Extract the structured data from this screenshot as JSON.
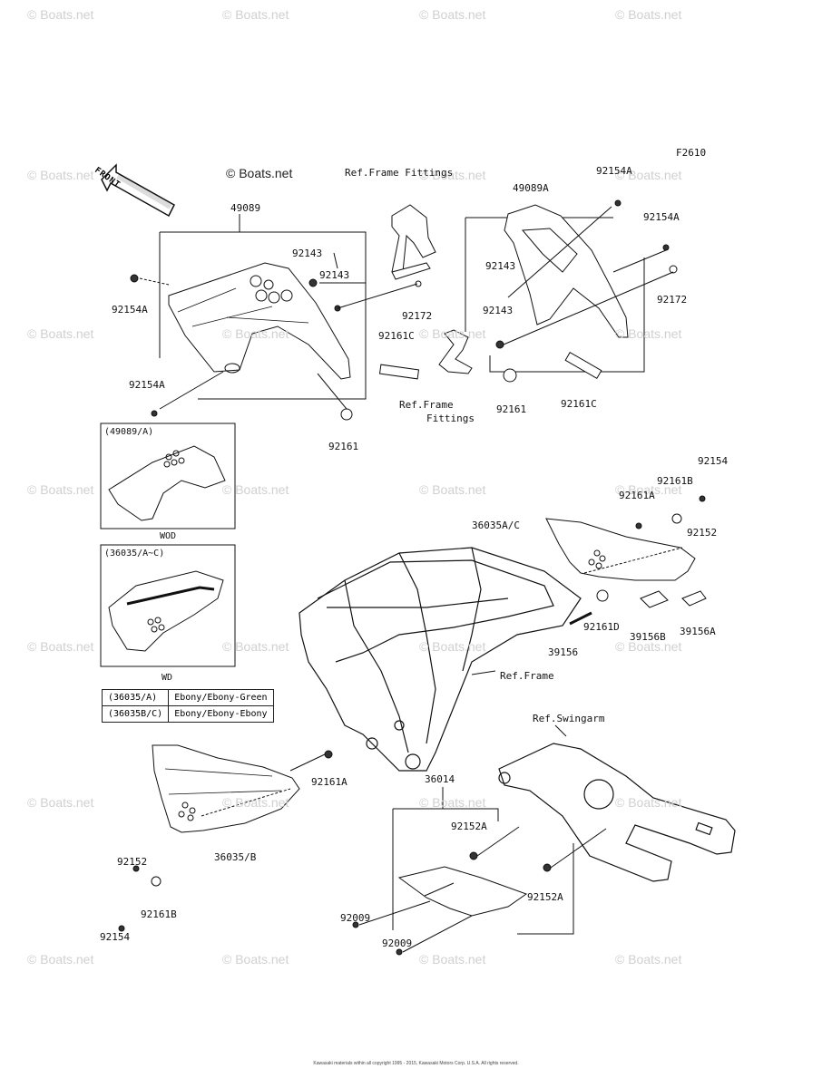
{
  "watermark": "© Boats.net",
  "brand": "© Boats.net",
  "figure_code": "F2610",
  "front_label": "FRONT",
  "labels": {
    "p49089": "49089",
    "p92143a": "92143",
    "p92143b": "92143",
    "p92154a_l1": "92154A",
    "p92154a_l2": "92154A",
    "p92161_l": "92161",
    "p92172_l": "92172",
    "p92161c_l": "92161C",
    "ref_frame_fittings_top": "Ref.Frame Fittings",
    "ref_frame_fittings_mid1": "Ref.Frame",
    "ref_frame_fittings_mid2": "Fittings",
    "p49089a": "49089A",
    "p92154a_r1": "92154A",
    "p92154a_r2": "92154A",
    "p92143_r1": "92143",
    "p92143_r2": "92143",
    "p92172_r": "92172",
    "p92161_r": "92161",
    "p92161c_r": "92161C",
    "p92154": "92154",
    "p92161b": "92161B",
    "p92161a_r": "92161A",
    "p36035ac": "36035A/C",
    "p92152": "92152",
    "p92161d": "92161D",
    "p39156": "39156",
    "p39156b": "39156B",
    "p39156a": "39156A",
    "ref_frame": "Ref.Frame",
    "ref_swingarm": "Ref.Swingarm",
    "p92161a_l": "92161A",
    "p36035b": "36035/B",
    "p92152_l": "92152",
    "p92161b_l": "92161B",
    "p92154_l": "92154",
    "p36014": "36014",
    "p92152a_1": "92152A",
    "p92152a_2": "92152A",
    "p92009_1": "92009",
    "p92009_2": "92009"
  },
  "inset1": {
    "title": "(49089/A)",
    "caption": "WOD"
  },
  "inset2": {
    "title": "(36035/A~C)",
    "caption": "WD"
  },
  "color_table": [
    {
      "code": "(36035/A)",
      "color": "Ebony/Ebony-Green"
    },
    {
      "code": "(36035B/C)",
      "color": "Ebony/Ebony-Ebony"
    }
  ],
  "copyright": "Kawasaki materials within all copyright 1995 - 2015, Kawasaki Motors Corp. U.S.A. All rights reserved."
}
